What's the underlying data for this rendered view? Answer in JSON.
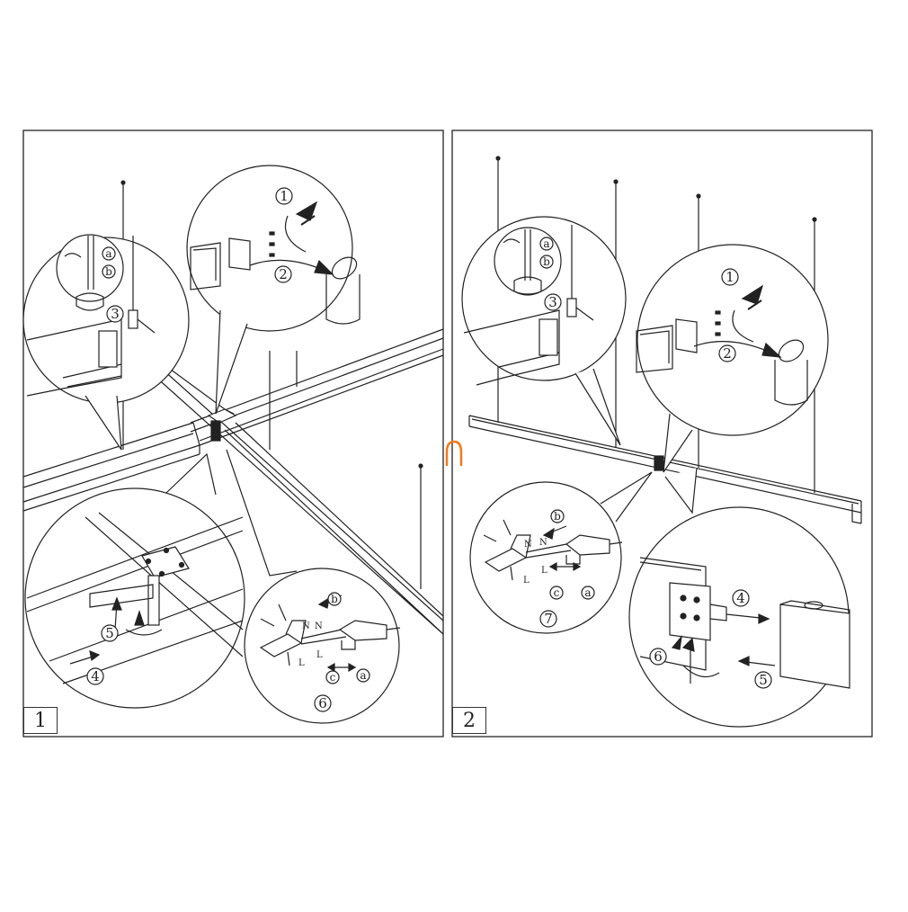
{
  "panels": [
    {
      "label": "1",
      "callouts": {
        "c1": "1",
        "c2": "2",
        "c3": "3",
        "c4": "4",
        "c5": "5",
        "c6": "6"
      },
      "letters": {
        "a": "a",
        "b": "b",
        "a2": "a",
        "b2": "b",
        "c2": "c"
      },
      "wires": {
        "n1": "N",
        "n2": "N",
        "l1": "L",
        "l2": "L"
      }
    },
    {
      "label": "2",
      "callouts": {
        "c1": "1",
        "c2": "2",
        "c3": "3",
        "c4": "4",
        "c5": "5",
        "c6": "6",
        "c7": "7"
      },
      "letters": {
        "a": "a",
        "b": "b",
        "a2": "a",
        "b2": "b",
        "c2": "c"
      },
      "wires": {
        "n1": "N",
        "n2": "N",
        "l1": "L",
        "l2": "L"
      }
    }
  ],
  "colors": {
    "line": "#222222",
    "accent": "#f07a1a",
    "background": "#ffffff"
  },
  "transition_icon": "horseshoe-bracket-icon"
}
